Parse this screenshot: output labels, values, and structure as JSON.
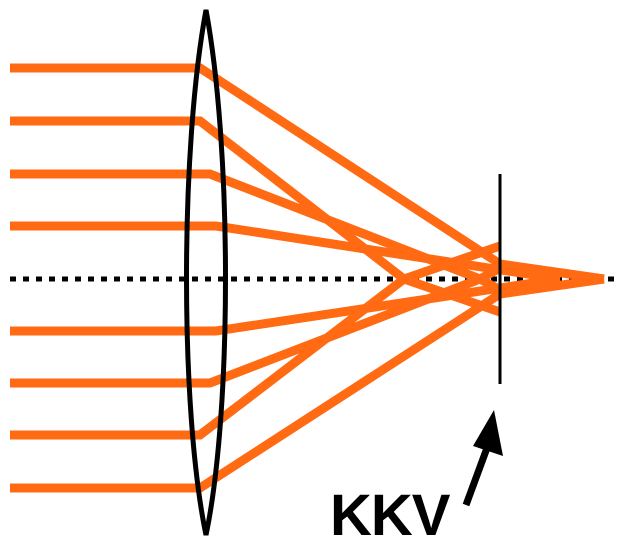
{
  "diagram": {
    "label": "KKV",
    "colors": {
      "ray": "#ff6a13",
      "lens": "#000000",
      "axis": "#000000",
      "focal_line": "#000000",
      "arrow": "#000000",
      "background": "#ffffff"
    },
    "ray_count": 8,
    "elements": [
      "lens",
      "optical-axis",
      "light-rays",
      "focal-plane-line",
      "pointer-arrow"
    ]
  }
}
